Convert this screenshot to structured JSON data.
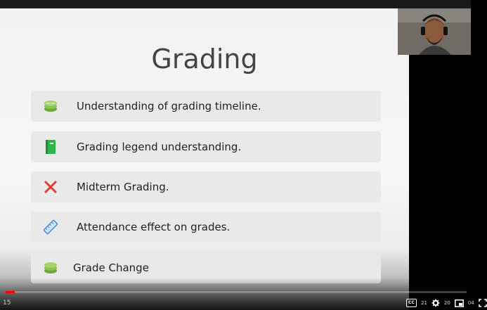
{
  "slide": {
    "title": "Grading",
    "items": [
      {
        "label": "Understanding of grading timeline.",
        "icon": "books-icon",
        "color": "#8cc04f"
      },
      {
        "label": "Grading legend understanding.",
        "icon": "green-book-icon",
        "color": "#2fb34a"
      },
      {
        "label": "Midterm Grading.",
        "icon": "red-x-icon",
        "color": "#e53935"
      },
      {
        "label": "Attendance effect on grades.",
        "icon": "ruler-icon",
        "color": "#4a90d9"
      },
      {
        "label": "Grade Change",
        "icon": "books-icon",
        "color": "#8cc04f"
      }
    ]
  },
  "player": {
    "time_left": "15",
    "controls_text": [
      "21",
      "20",
      "04"
    ],
    "cc_label": "CC",
    "progress_fraction": 0.02,
    "accent": "#ff0000"
  }
}
